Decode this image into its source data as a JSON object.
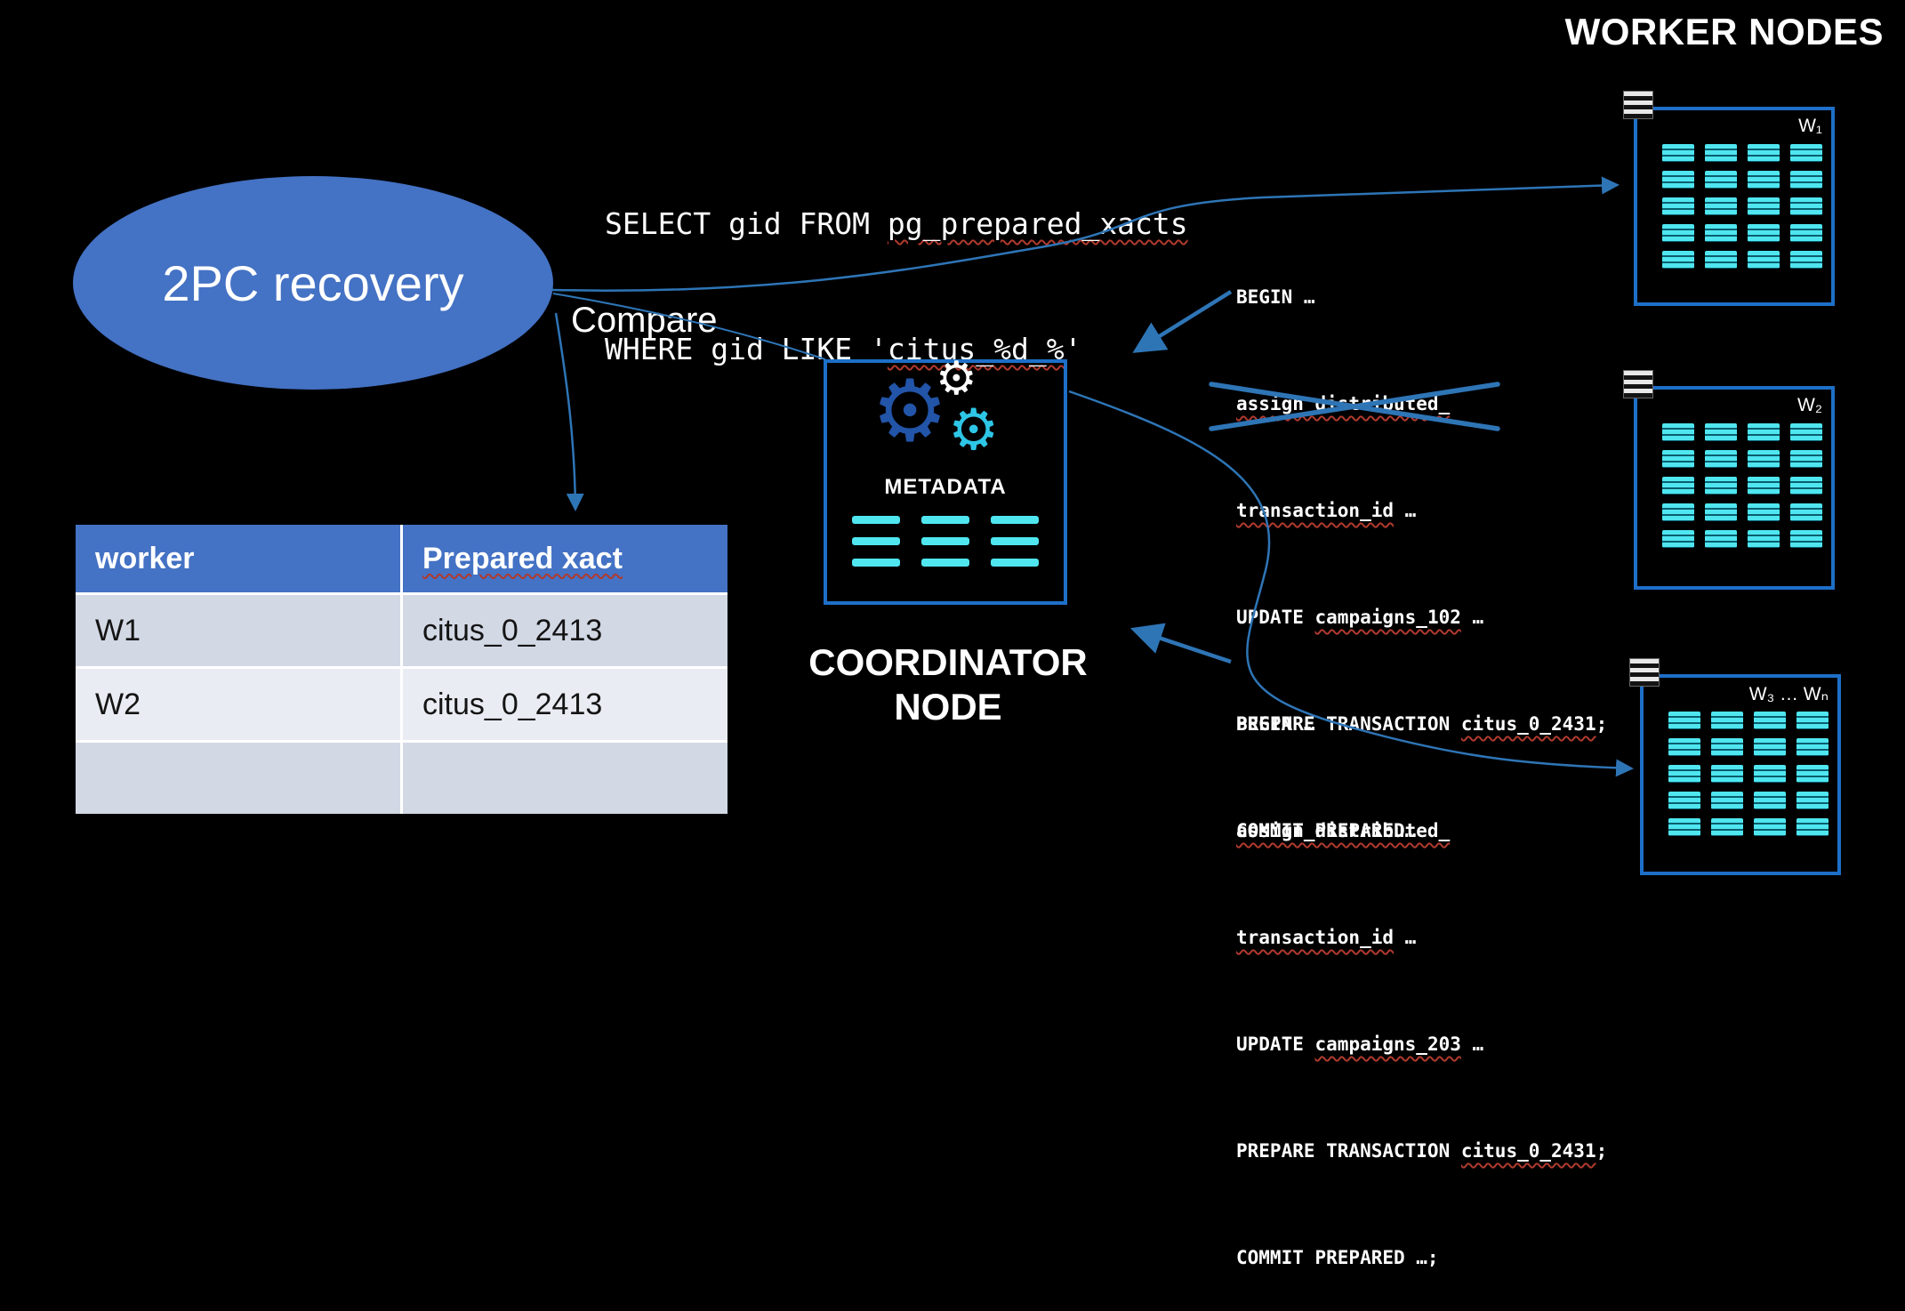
{
  "title": "WORKER NODES",
  "ellipse_label": "2PC recovery",
  "compare_label": "Compare",
  "sql": {
    "l1a": "SELECT gid FROM ",
    "l1b": "pg_prepared_xacts",
    "l2a": "WHERE gid LIKE '",
    "l2b": "citus_%d_%",
    "l2c": "'"
  },
  "table": {
    "header_worker": "worker",
    "header_xact": "Prepared xact",
    "rows": [
      {
        "worker": "W1",
        "xact": "citus_0_2413"
      },
      {
        "worker": "W2",
        "xact": "citus_0_2413"
      },
      {
        "worker": "",
        "xact": ""
      }
    ]
  },
  "coordinator": {
    "metadata": "METADATA",
    "label1": "COORDINATOR",
    "label2": "NODE"
  },
  "workers": [
    {
      "label": "W₁"
    },
    {
      "label": "W₂"
    },
    {
      "label": "W₃ … Wₙ"
    }
  ],
  "txn1": {
    "l1": "BEGIN …",
    "l2": "assign_distributed_",
    "l3_word": "transaction_id",
    "l3_rest": " …",
    "l4_pre": "UPDATE ",
    "l4_word": "campaigns_102",
    "l4_rest": " …",
    "l5_pre": "PREPARE TRANSACTION ",
    "l5_word": "citus_0_2431",
    "l5_rest": ";",
    "l6": "COMMIT PREPARED…"
  },
  "txn2": {
    "l1": "BEGIN …",
    "l2": "assign_distributed_",
    "l3_word": "transaction_id",
    "l3_rest": " …",
    "l4_pre": "UPDATE ",
    "l4_word": "campaigns_203",
    "l4_rest": " …",
    "l5_pre": "PREPARE TRANSACTION ",
    "l5_word": "citus_0_2431",
    "l5_rest": ";",
    "l6": "COMMIT PREPARED …;"
  },
  "colors": {
    "accent_blue": "#4472C4",
    "box_border_blue": "#1E6FC8",
    "arrow_blue": "#2E75B6",
    "shard_cyan": "#4FE6F0",
    "background": "#000000"
  }
}
